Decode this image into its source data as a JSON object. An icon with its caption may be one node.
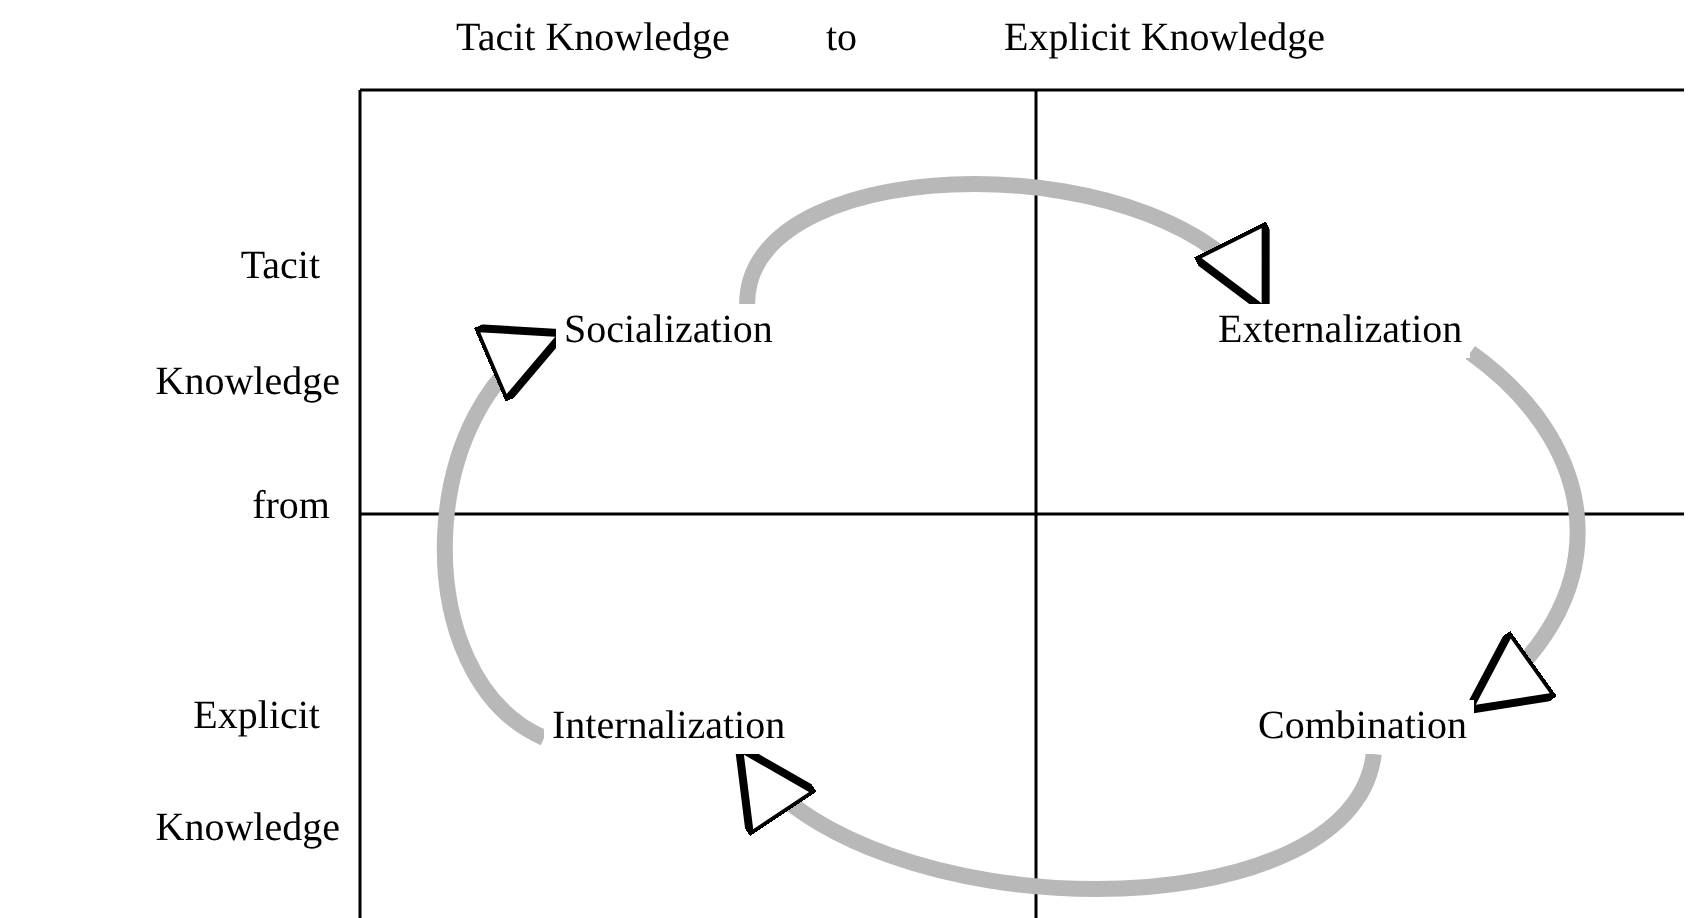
{
  "diagram": {
    "nodes": [
      {
        "text": [
          "Socialization"
        ]
      },
      {
        "text": [
          "Externalization"
        ]
      },
      {
        "text": [
          "Combination"
        ]
      },
      {
        "text": [
          "Internalization"
        ]
      }
    ],
    "edges": [
      {
        "from": 0,
        "to": 1,
        "arrow": "to"
      },
      {
        "from": 1,
        "to": 2,
        "arrow": "to"
      },
      {
        "from": 2,
        "to": 3,
        "arrow": "to"
      },
      {
        "from": 3,
        "to": 0,
        "arrow": "to"
      }
    ],
    "labels": [
      "Tacit Knowledge",
      "to",
      "Explicit Knowledge",
      "Tacit",
      "Knowledge",
      "from",
      "Explicit",
      "Knowledge"
    ]
  }
}
